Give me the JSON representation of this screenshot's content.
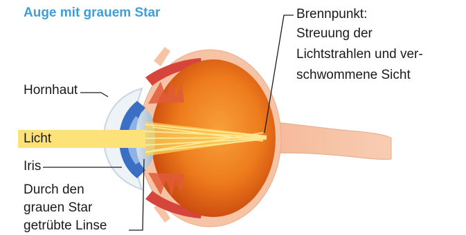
{
  "title": "Auge mit grauem Star",
  "labels": {
    "focus_line1": "Brennpunkt:",
    "focus_line2": "Streuung der",
    "focus_line3": "Lichtstrahlen und ver-",
    "focus_line4": "schwommene Sicht",
    "cornea": "Hornhaut",
    "light": "Licht",
    "iris": "Iris",
    "lens_line1": "Durch den",
    "lens_line2": "grauen Star",
    "lens_line3": "getrübte Linse"
  },
  "colors": {
    "title": "#3f9ed8",
    "light_beam": "#fde27a",
    "eyeball": "#e96a12",
    "sclera_skin": "#f6c4a5",
    "iris": "#3b6fc4",
    "muscle": "#d6453b"
  }
}
